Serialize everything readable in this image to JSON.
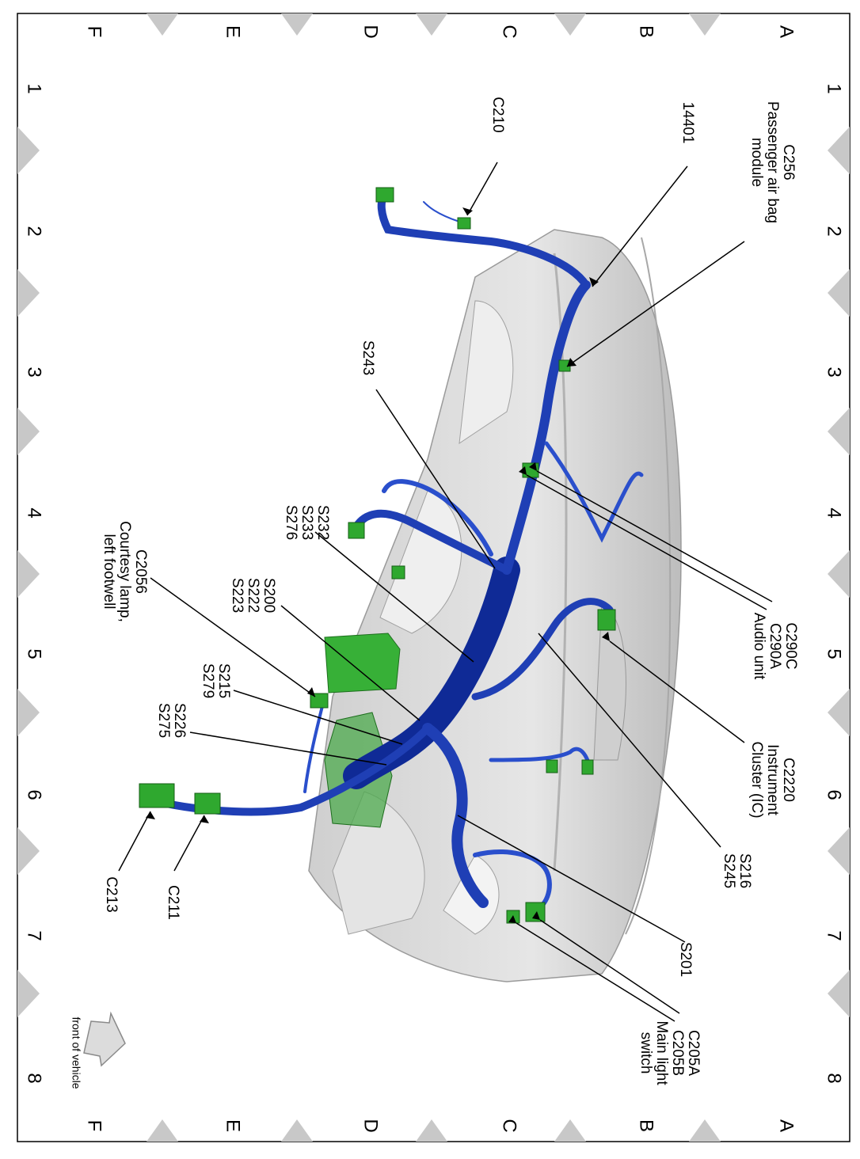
{
  "grid": {
    "rows": [
      "A",
      "B",
      "C",
      "D",
      "E",
      "F"
    ],
    "cols": [
      "1",
      "2",
      "3",
      "4",
      "5",
      "6",
      "7",
      "8"
    ]
  },
  "colors": {
    "harness": "#1f3fb5",
    "harness_dark": "#0f2a96",
    "connector": "#2fa82f",
    "panel": "#d9d9d9",
    "marker": "#c8c8c8"
  },
  "labels": {
    "c256": [
      "C256",
      "Passenger air bag",
      "module"
    ],
    "l14401": [
      "14401"
    ],
    "c210": [
      "C210"
    ],
    "s243": [
      "S243"
    ],
    "s232": [
      "S232",
      "S233",
      "S276"
    ],
    "c2056": [
      "C2056",
      "Courtesy lamp,",
      "left footwell"
    ],
    "s200": [
      "S200",
      "S222",
      "S223"
    ],
    "s215": [
      "S215",
      "S279"
    ],
    "s226": [
      "S226",
      "S275"
    ],
    "c290": [
      "C290C",
      "C290A",
      "Audio unit"
    ],
    "c2220": [
      "C2220",
      "Instrument",
      "Cluster (IC)"
    ],
    "s216": [
      "S216",
      "S245"
    ],
    "s201": [
      "S201"
    ],
    "c205": [
      "C205A",
      "C205B",
      "Main light",
      "switch"
    ],
    "c213": [
      "C213"
    ],
    "c211": [
      "C211"
    ],
    "front": [
      "front of vehicle"
    ]
  }
}
